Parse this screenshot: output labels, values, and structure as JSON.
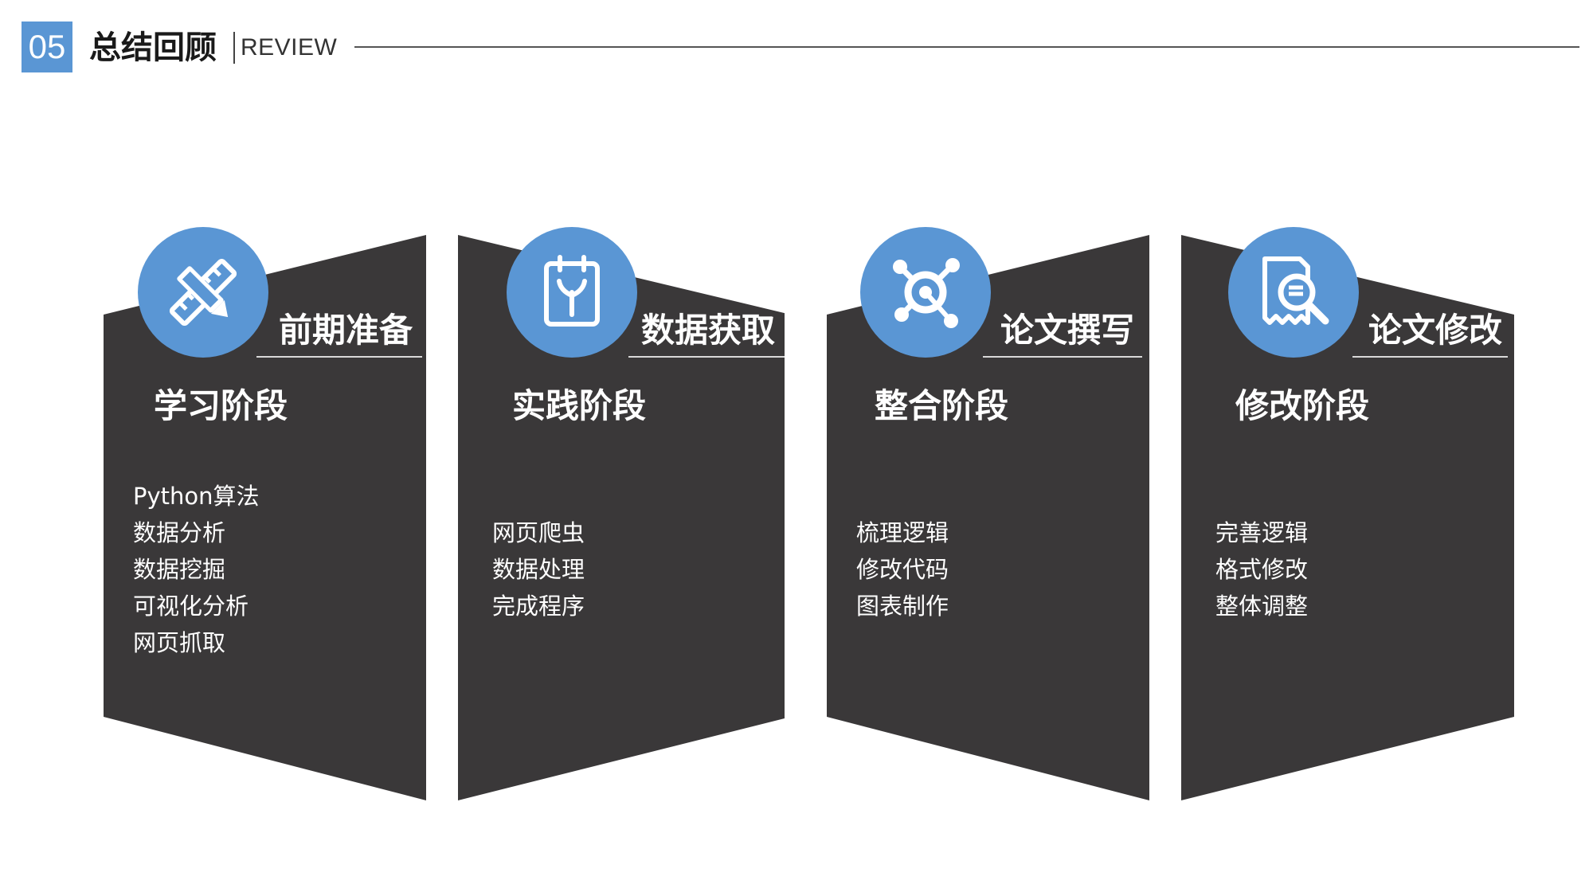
{
  "header": {
    "number": "05",
    "title": "总结回顾",
    "subtitle": "REVIEW"
  },
  "colors": {
    "accent": "#5a96d4",
    "card": "#3a3839",
    "text_on_card": "#ffffff"
  },
  "cards": [
    {
      "icon": "pencil-ruler-icon",
      "label": "前期准备",
      "stage": "学习阶段",
      "items": [
        "Python算法",
        "数据分析",
        "数据挖掘",
        "可视化分析",
        "网页抓取"
      ]
    },
    {
      "icon": "notebook-sprout-icon",
      "label": "数据获取",
      "stage": "实践阶段",
      "items": [
        "网页爬虫",
        "数据处理",
        "完成程序"
      ]
    },
    {
      "icon": "network-nodes-icon",
      "label": "论文撰写",
      "stage": "整合阶段",
      "items": [
        "梳理逻辑",
        "修改代码",
        "图表制作"
      ]
    },
    {
      "icon": "document-search-icon",
      "label": "论文修改",
      "stage": "修改阶段",
      "items": [
        "完善逻辑",
        "格式修改",
        "整体调整"
      ]
    }
  ]
}
